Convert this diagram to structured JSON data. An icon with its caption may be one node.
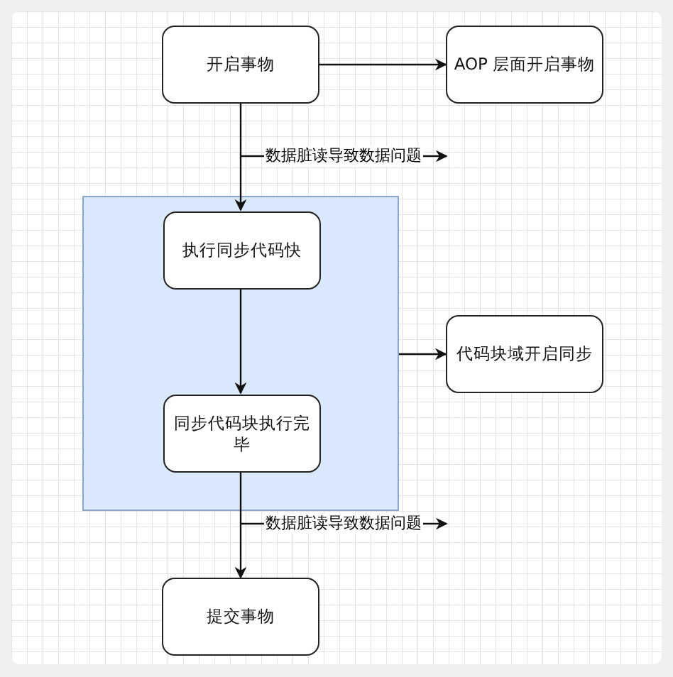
{
  "diagram": {
    "nodes": [
      {
        "text": [
          "开启事物"
        ]
      },
      {
        "text": [
          "AOP 层面开启事物"
        ]
      },
      {
        "text": [],
        "shape": "box"
      },
      {
        "text": [
          "执行同步代码快"
        ],
        "in": 2
      },
      {
        "text": [
          "同步代码块执行完毕"
        ],
        "in": 2
      },
      {
        "text": [
          "代码块域开启同步"
        ]
      },
      {
        "text": [
          "提交事物"
        ]
      }
    ],
    "edges": [
      {
        "from": 0,
        "to": 1,
        "arrow": "to"
      },
      {
        "from": 0,
        "to": 3,
        "arrow": "to"
      },
      {
        "from": 0,
        "to": null,
        "arrow": "to",
        "label": "数据脏读导致数据问题"
      },
      {
        "from": 3,
        "to": 4,
        "arrow": "to"
      },
      {
        "from": 2,
        "to": 5,
        "arrow": "to"
      },
      {
        "from": 4,
        "to": 6,
        "arrow": "to"
      },
      {
        "from": 4,
        "to": null,
        "arrow": "to",
        "label": "数据脏读导致数据问题"
      }
    ]
  }
}
